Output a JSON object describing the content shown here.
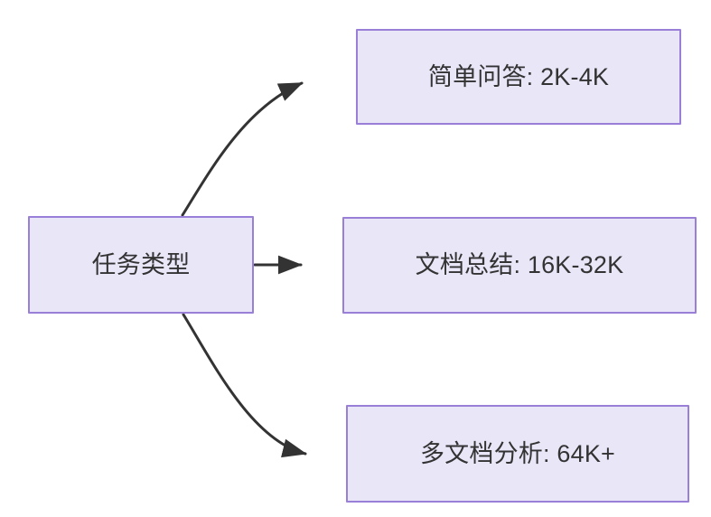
{
  "diagram": {
    "type": "flowchart",
    "direction": "left-to-right",
    "background_color": "#ffffff",
    "node_fill_color": "#e9e6f8",
    "node_border_color": "#9a7fd8",
    "node_text_color": "#333333",
    "edge_color": "#333333",
    "root": {
      "id": "task-type",
      "label": "任务类型"
    },
    "branches": [
      {
        "id": "simple-qa",
        "label": "简单问答: 2K-4K",
        "task": "简单问答",
        "range": "2K-4K",
        "edge_style": "curved"
      },
      {
        "id": "doc-summary",
        "label": "文档总结: 16K-32K",
        "task": "文档总结",
        "range": "16K-32K",
        "edge_style": "straight"
      },
      {
        "id": "multi-doc",
        "label": "多文档分析: 64K+",
        "task": "多文档分析",
        "range": "64K+",
        "edge_style": "curved"
      }
    ]
  }
}
